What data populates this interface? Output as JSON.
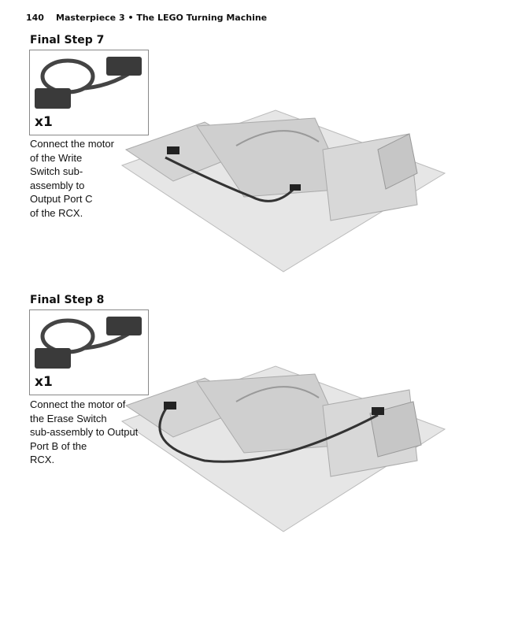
{
  "header": {
    "page_number": "140",
    "running_title": "Masterpiece 3 • The LEGO Turning Machine"
  },
  "steps": [
    {
      "title": "Final Step 7",
      "part_quantity": "x1",
      "part_icon": "motor-cable-icon",
      "instructions": [
        "Connect the motor",
        "of the Write",
        "Switch sub-",
        "assembly to",
        "Output Port C",
        "of the RCX."
      ]
    },
    {
      "title": "Final Step 8",
      "part_quantity": "x1",
      "part_icon": "motor-cable-icon",
      "instructions": [
        "Connect the motor of",
        "the Erase Switch",
        "sub-assembly to Output",
        "Port B of the",
        "RCX."
      ]
    }
  ]
}
